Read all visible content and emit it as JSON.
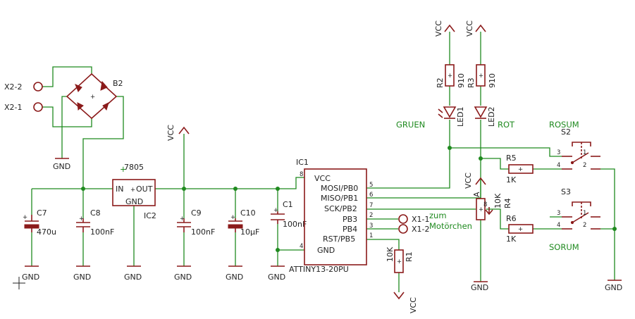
{
  "connectors": {
    "x2_2": "X2-2",
    "x2_1": "X2-1",
    "x1_1": "X1-1",
    "x1_2": "X1-2"
  },
  "bridge": {
    "name": "B2",
    "plus": "+",
    "minus": "-"
  },
  "gnd": "GND",
  "vcc": "VCC",
  "regulator": {
    "name": "IC2",
    "value": "7805",
    "in": "IN",
    "out": "OUT",
    "gnd": "GND"
  },
  "caps": {
    "c7": {
      "name": "C7",
      "value": "470u"
    },
    "c8": {
      "name": "C8",
      "value": "100nF"
    },
    "c9": {
      "name": "C9",
      "value": "100nF"
    },
    "c10": {
      "name": "C10",
      "value": "10µF"
    },
    "c1": {
      "name": "C1",
      "value": "100nF"
    }
  },
  "mcu": {
    "name": "IC1",
    "part": "ATTINY13-20PU",
    "pins": {
      "vcc": "VCC",
      "gnd": "GND",
      "pb0": "MOSI/PB0",
      "pb1": "MISO/PB1",
      "pb2": "SCK/PB2",
      "pb3": "PB3",
      "pb4": "PB4",
      "pb5": "RST/PB5"
    },
    "pin_numbers": {
      "p8": "8",
      "p4": "4",
      "p5": "5",
      "p6": "6",
      "p7": "7",
      "p2": "2",
      "p3": "3",
      "p1": "1"
    }
  },
  "resistors": {
    "r1": {
      "name": "R1",
      "value": "10K"
    },
    "r2": {
      "name": "R2",
      "value": "910"
    },
    "r3": {
      "name": "R3",
      "value": "910"
    },
    "r4": {
      "name": "R4",
      "value": "10K",
      "wiper": "A"
    },
    "r5": {
      "name": "R5",
      "value": "1K"
    },
    "r6": {
      "name": "R6",
      "value": "1K"
    }
  },
  "leds": {
    "led1": "LED1",
    "led2": "LED2"
  },
  "switches": {
    "s2": {
      "name": "S2",
      "pins": [
        "3",
        "1",
        "4",
        "2"
      ]
    },
    "s3": {
      "name": "S3",
      "pins": [
        "3",
        "1",
        "4",
        "2"
      ]
    }
  },
  "net_labels": {
    "gruen": "GRUEN",
    "rot": "ROT",
    "rosum": "ROSUM",
    "sorum": "SORUM",
    "motor1": "zum",
    "motor2": "Motörchen"
  },
  "pot_pin": "8",
  "colors": {
    "wire": "#1f8a1f",
    "part": "#8b1a1a",
    "text": "#222222",
    "background": "#ffffff"
  }
}
